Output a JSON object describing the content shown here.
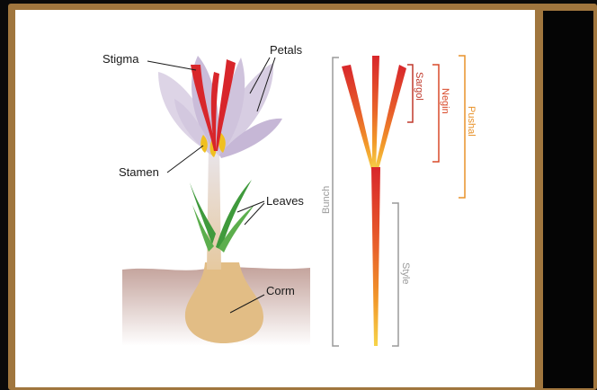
{
  "labels": {
    "stigma": "Stigma",
    "petals": "Petals",
    "stamen": "Stamen",
    "leaves": "Leaves",
    "corm": "Corm"
  },
  "grades": {
    "sargol": "Sargol",
    "negin": "Negin",
    "pushal": "Pushal",
    "bunch": "Bunch",
    "style": "Style"
  },
  "colors": {
    "frame": "#a0763e",
    "background": "#0a0a0a",
    "panel": "#ffffff",
    "petal": "#cfc3dc",
    "stigma_red": "#d8262b",
    "stamen_yellow": "#f0c020",
    "leaf_green": "#3f9a3c",
    "corm_tan": "#e2bd85",
    "soil": "#c9aba5",
    "sargol_bracket": "#c0392b",
    "negin_bracket": "#d94a2a",
    "pushal_bracket": "#e8922a",
    "bunch_bracket": "#9a9a9a"
  }
}
